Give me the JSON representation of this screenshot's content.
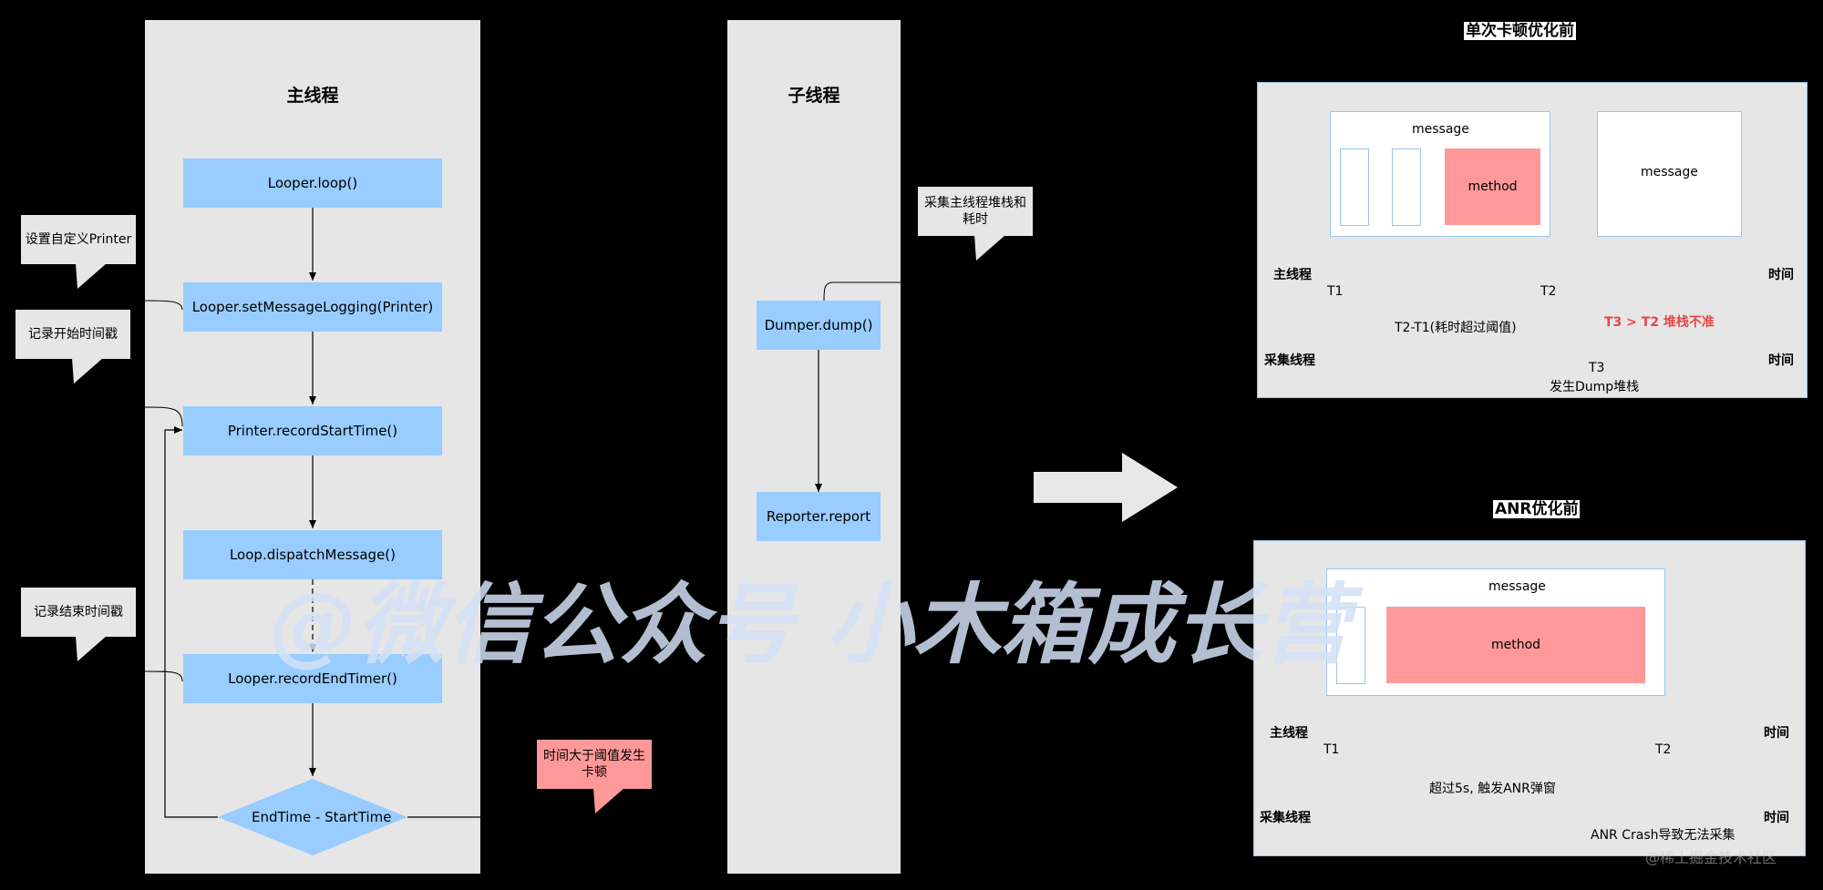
{
  "lanes": {
    "main_title": "主线程",
    "sub_title": "子线程"
  },
  "main_flow": {
    "loop": "Looper.loop()",
    "set_logging": "Looper.setMessageLogging(Printer)",
    "record_start": "Printer.recordStartTime()",
    "dispatch": "Loop.dispatchMessage()",
    "record_end": "Looper.recordEndTimer()",
    "decision": "EndTime - StartTime"
  },
  "sub_flow": {
    "dump": "Dumper.dump()",
    "report": "Reporter.report"
  },
  "notes": {
    "set_printer": "设置自定义Printer",
    "record_start": "记录开始时间戳",
    "record_end": "记录结束时间戳",
    "collect": "采集主线程堆栈和耗时",
    "threshold": "时间大于阈值发生卡顿"
  },
  "panel1": {
    "title": "单次卡顿优化前",
    "message_1": "message",
    "method": "method",
    "message_2": "message",
    "main_axis": "主线程",
    "collect_axis": "采集线程",
    "time_1": "时间",
    "time_2": "时间",
    "t1": "T1",
    "t2": "T2",
    "duration": "T2-T1(耗时超过阈值)",
    "warning": "T3 > T2 堆栈不准",
    "t3": "T3",
    "dump_label": "发生Dump堆栈"
  },
  "panel2": {
    "title": "ANR优化前",
    "message": "message",
    "method": "method",
    "main_axis": "主线程",
    "collect_axis": "采集线程",
    "time_1": "时间",
    "time_2": "时间",
    "t1": "T1",
    "t2": "T2",
    "duration": "超过5s, 触发ANR弹窗",
    "crash": "ANR Crash导致无法采集"
  },
  "watermark": "@微信公众号 小木箱成长营",
  "credit": "@稀土掘金技术社区",
  "colors": {
    "box_blue": "#99ccff",
    "lane_gray": "#e6e6e6",
    "method_red": "#ff9999",
    "warning_red": "#e84545"
  }
}
